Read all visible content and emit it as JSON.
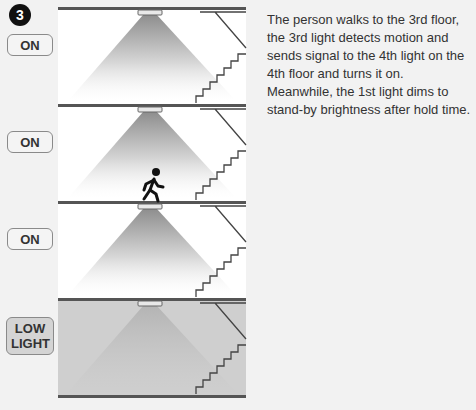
{
  "diagram": {
    "nodes": [
      {
        "text": [
          "3"
        ]
      },
      {
        "text": [
          "ON"
        ]
      },
      {
        "text": [
          "ON"
        ]
      },
      {
        "text": [
          "ON"
        ]
      },
      {
        "text": [
          "LOW LIGHT"
        ]
      }
    ],
    "labels": [
      "The person walks to the 3rd floor, the 3rd light detects motion and sends signal to the 4th light on the 4th floor and turns it on. Meanwhile, the 1st light dims to stand-by brightness after hold time."
    ]
  }
}
